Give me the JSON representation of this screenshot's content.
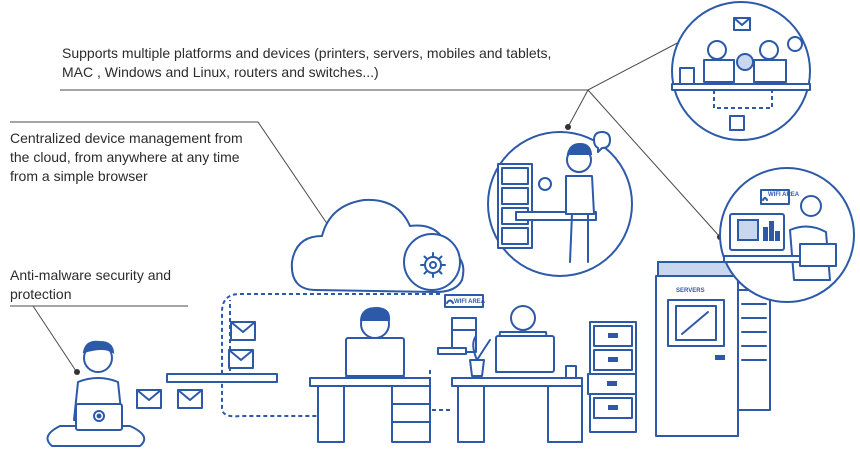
{
  "annotations": {
    "platforms": "Supports multiple platforms and devices (printers, servers, mobiles and tablets, MAC , Windows and Linux, routers and switches...)",
    "cloud": "Centralized device management from the cloud, from anywhere at any time from a simple browser",
    "malware": "Anti-malware security and protection"
  },
  "labels": {
    "wifi_sign": "WIFI AREA",
    "wifi_sign_small": "WIFI AREA",
    "servers": "SERVERS"
  },
  "colors": {
    "accent": "#2d5aa8",
    "light_fill": "#c8d6ee",
    "text": "#2b2b2b",
    "leader_line": "#4a4a4a"
  },
  "icons": [
    "cloud-icon",
    "gear-icon",
    "envelope-icon",
    "wifi-icon",
    "padlock-icon",
    "speech-bubble-icon"
  ]
}
